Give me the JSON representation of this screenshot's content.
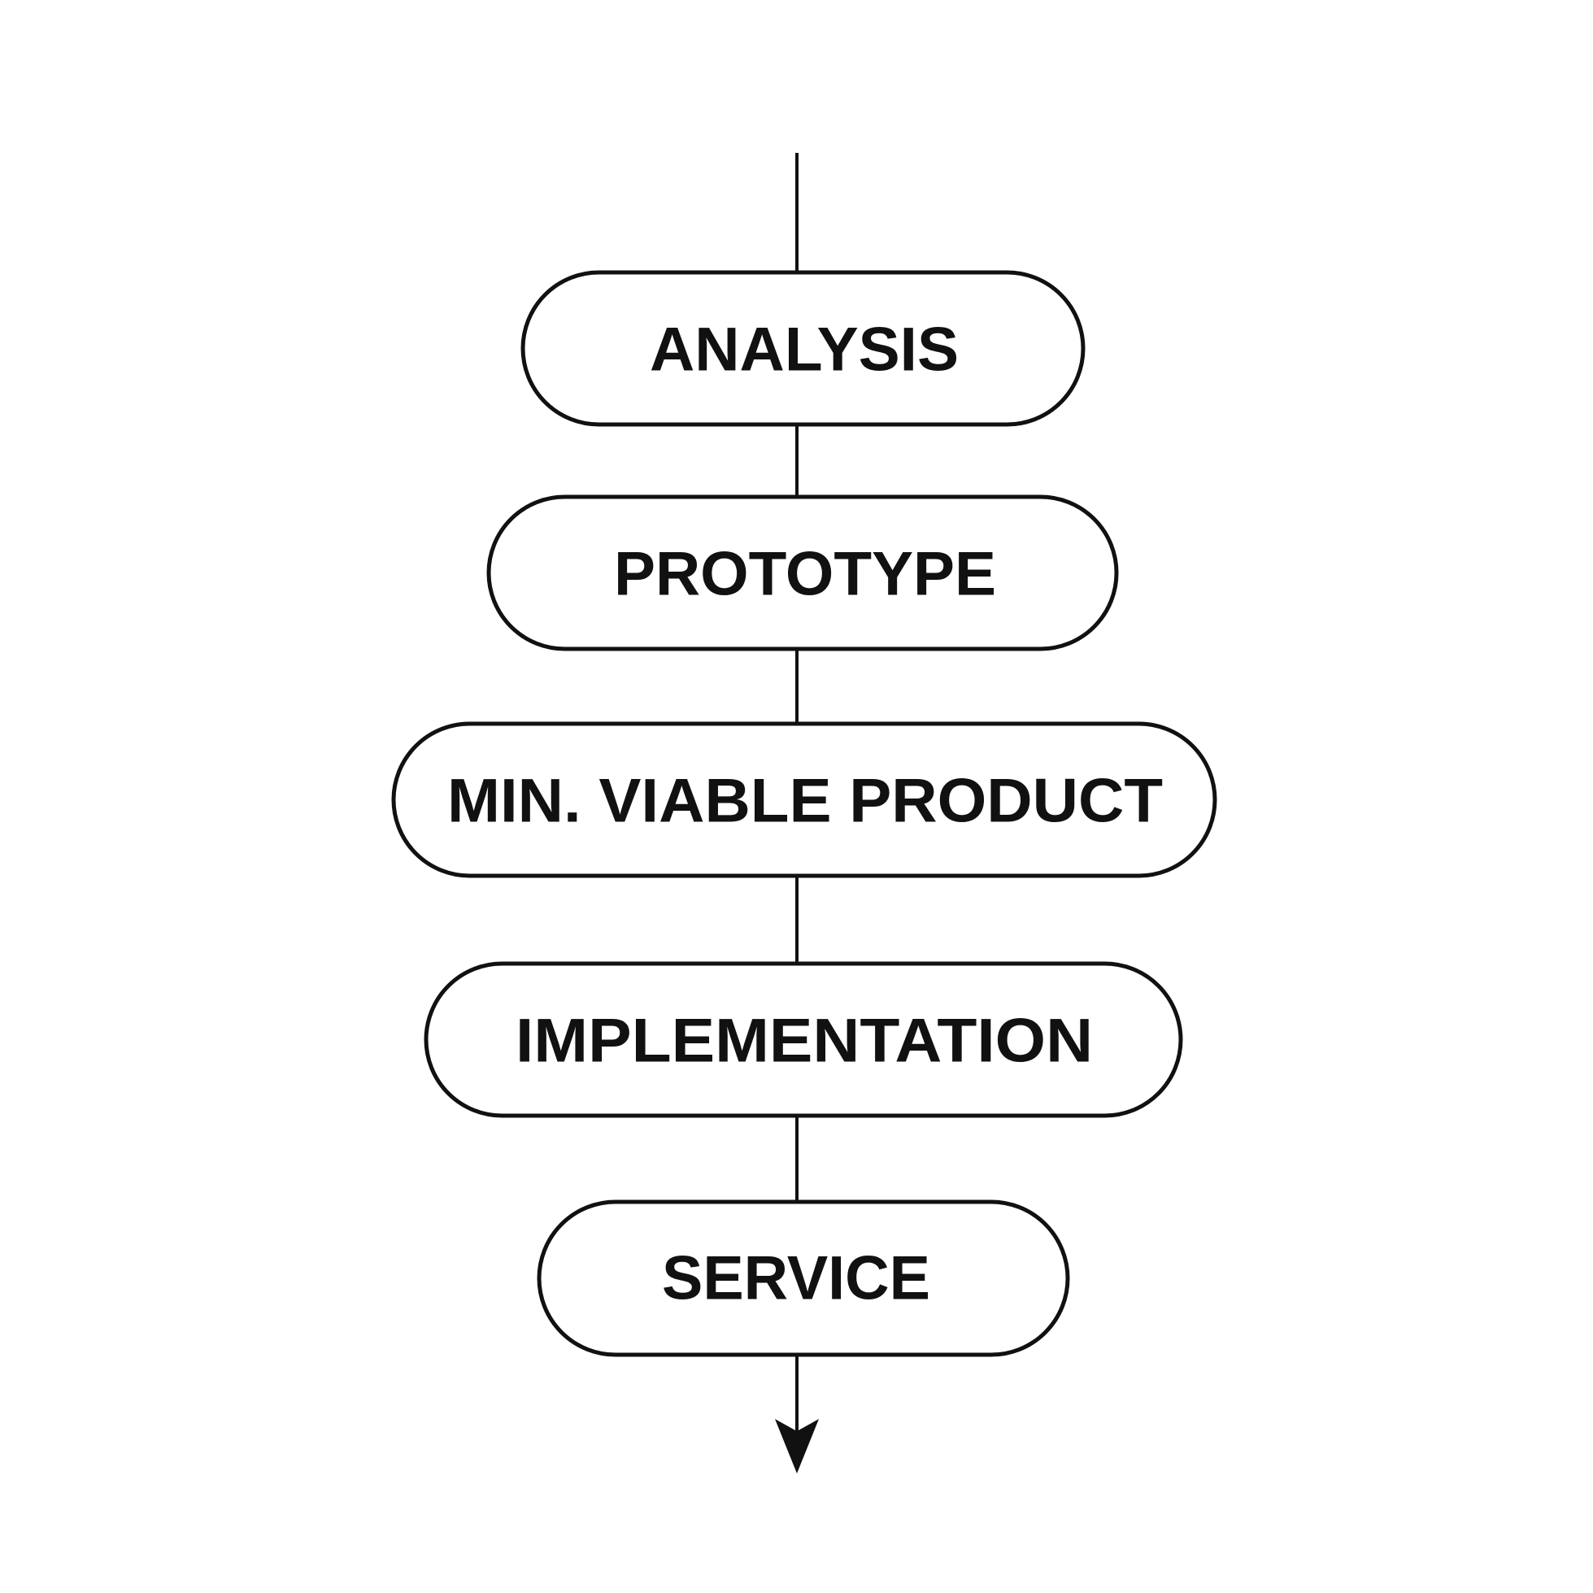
{
  "diagram": {
    "type": "vertical-flowchart",
    "stroke_color": "#111111",
    "background": "#ffffff",
    "stages": [
      {
        "label": "ANALYSIS"
      },
      {
        "label": "PROTOTYPE"
      },
      {
        "label": "MIN. VIABLE PRODUCT"
      },
      {
        "label": "IMPLEMENTATION"
      },
      {
        "label": "SERVICE"
      }
    ]
  }
}
